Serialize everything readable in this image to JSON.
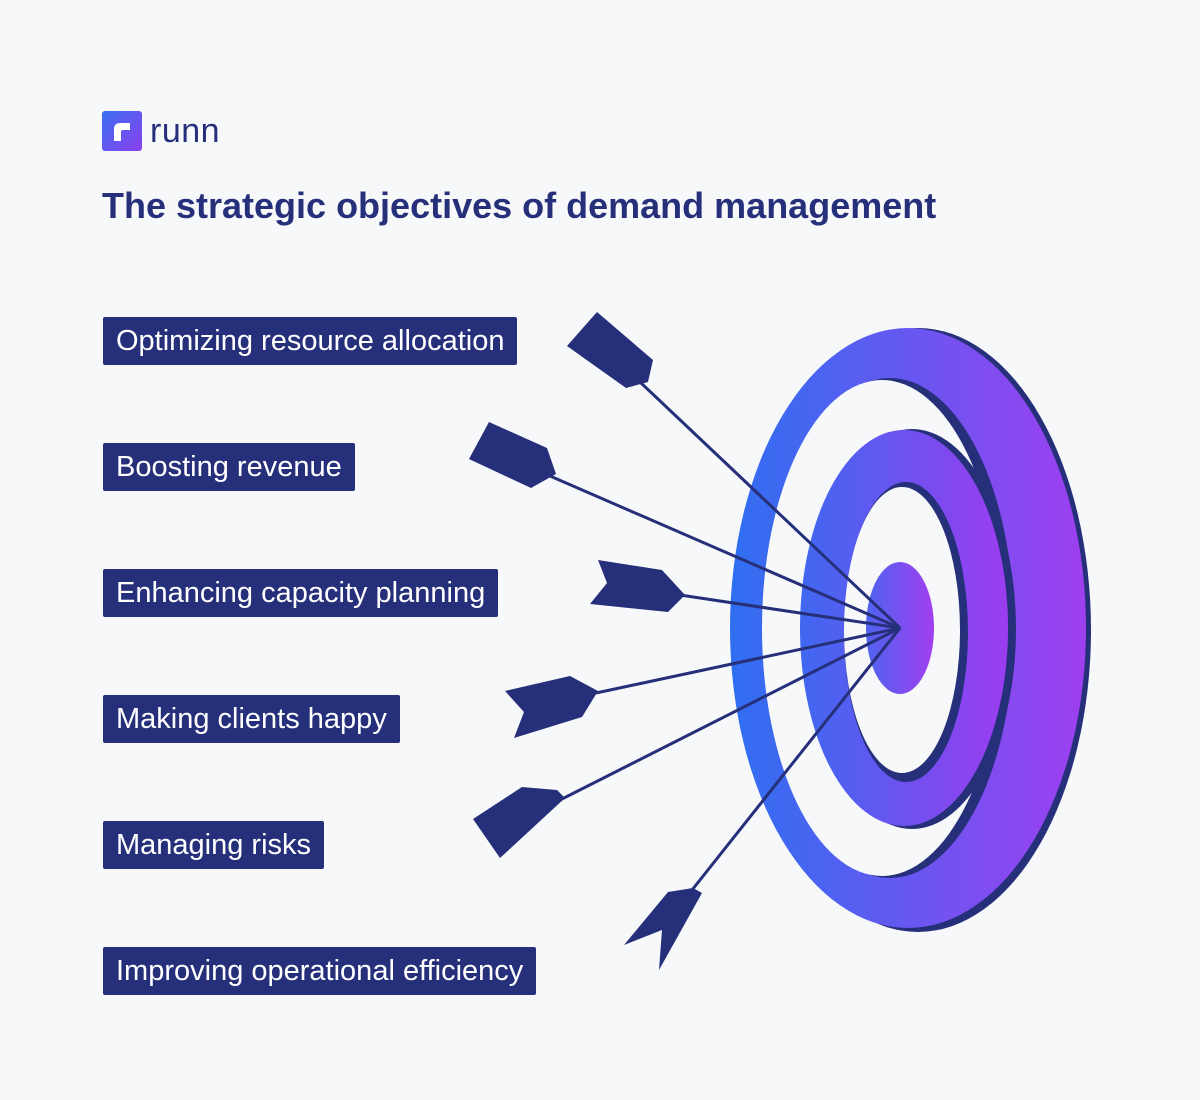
{
  "brand": {
    "name": "runn",
    "logo_icon": "runn-logo-icon",
    "logo_gradient": [
      "#3a6ff2",
      "#8a3ff0"
    ]
  },
  "title": "The strategic objectives of demand management",
  "objectives": [
    {
      "label": "Optimizing resource allocation"
    },
    {
      "label": "Boosting revenue"
    },
    {
      "label": "Enhancing capacity planning"
    },
    {
      "label": "Making clients happy"
    },
    {
      "label": "Managing risks"
    },
    {
      "label": "Improving operational efficiency"
    }
  ],
  "colors": {
    "primary": "#26307a",
    "background": "#f7f8fa",
    "gradient_start": "#2f6ff1",
    "gradient_end": "#9e3ff0"
  },
  "icons": {
    "target": "target-icon",
    "arrow": "arrow-icon"
  }
}
